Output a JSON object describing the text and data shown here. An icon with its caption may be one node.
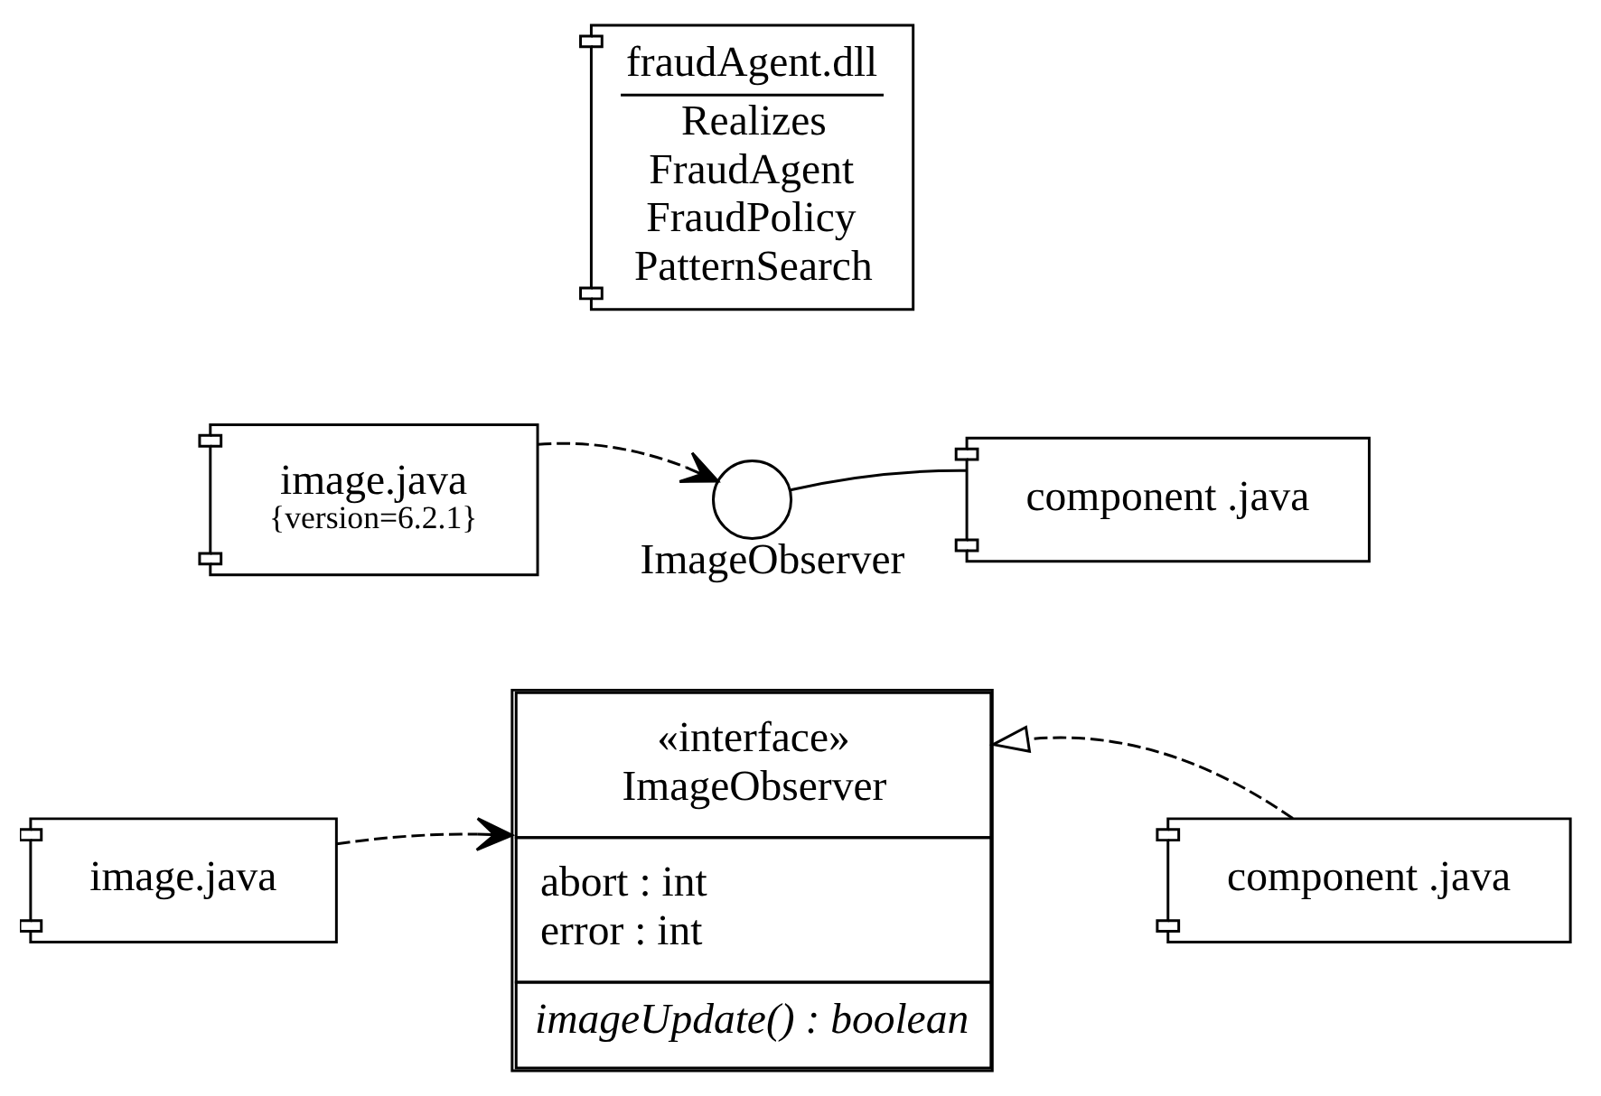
{
  "diagram": {
    "nodes": [
      {
        "text": [
          "fraudAgent.dll",
          "Realizes",
          "FraudAgent",
          "FraudPolicy",
          "PatternSearch"
        ]
      },
      {
        "text": [
          "image.java",
          "{version=6.2.1}"
        ]
      },
      {
        "text": [],
        "shape": "circle",
        "beside": [
          "ImageObserver"
        ]
      },
      {
        "text": [
          "component .java"
        ]
      },
      {
        "text": [
          "image.java"
        ]
      },
      {
        "text": [
          "«interface»",
          "ImageObserver",
          "abort : int",
          "error : int",
          "imageUpdate() : boolean"
        ]
      },
      {
        "text": [
          "component .java"
        ]
      }
    ],
    "edges": [
      {
        "from": 1,
        "to": 2,
        "arrow": "to",
        "style": "dashed"
      },
      {
        "from": 2,
        "to": 3,
        "arrow": "none"
      },
      {
        "from": 4,
        "to": 5,
        "arrow": "to",
        "style": "dashed"
      },
      {
        "from": 6,
        "to": 5,
        "arrow": "to",
        "style": "dashed"
      }
    ]
  }
}
